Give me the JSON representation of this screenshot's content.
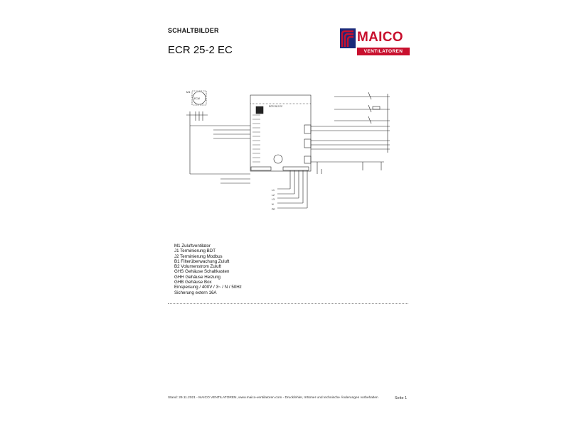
{
  "header": {
    "section_title": "SCHALTBILDER",
    "product_title": "ECR 25-2 EC"
  },
  "logo": {
    "brand": "MAICO",
    "subtitle": "VENTILATOREN",
    "brand_color": "#c8102e",
    "accent_color": "#1a2a7a"
  },
  "schematic": {
    "motor_label": "M1",
    "motor_symbol": "ECM",
    "controller_label": "ECR 25-2 EC",
    "side_labels": [
      "L1",
      "L2",
      "L3",
      "N",
      "PE"
    ]
  },
  "legend": {
    "items": [
      "M1 Zuluftventilator",
      "J1 Terminierung BDT",
      "J2 Terminierung Modbus",
      "B1 Filterüberwachung Zuluft",
      "B2 Volumenstrom Zuluft",
      "GHS Gehäuse Schaltkasten",
      "GHH Gehäuse Heizung",
      "GHB Gehäuse Box",
      "Einspeisung / 400V / 3~ / N / 50Hz",
      "Sicherung extern 16A"
    ]
  },
  "footer": {
    "text": "Stand: 29.11.2021 - MAICO VENTILATOREN, www.maico-ventilatoren.com - Druckfehler, Irrtümer und technische Änderungen vorbehalten",
    "page": "Seite 1"
  }
}
